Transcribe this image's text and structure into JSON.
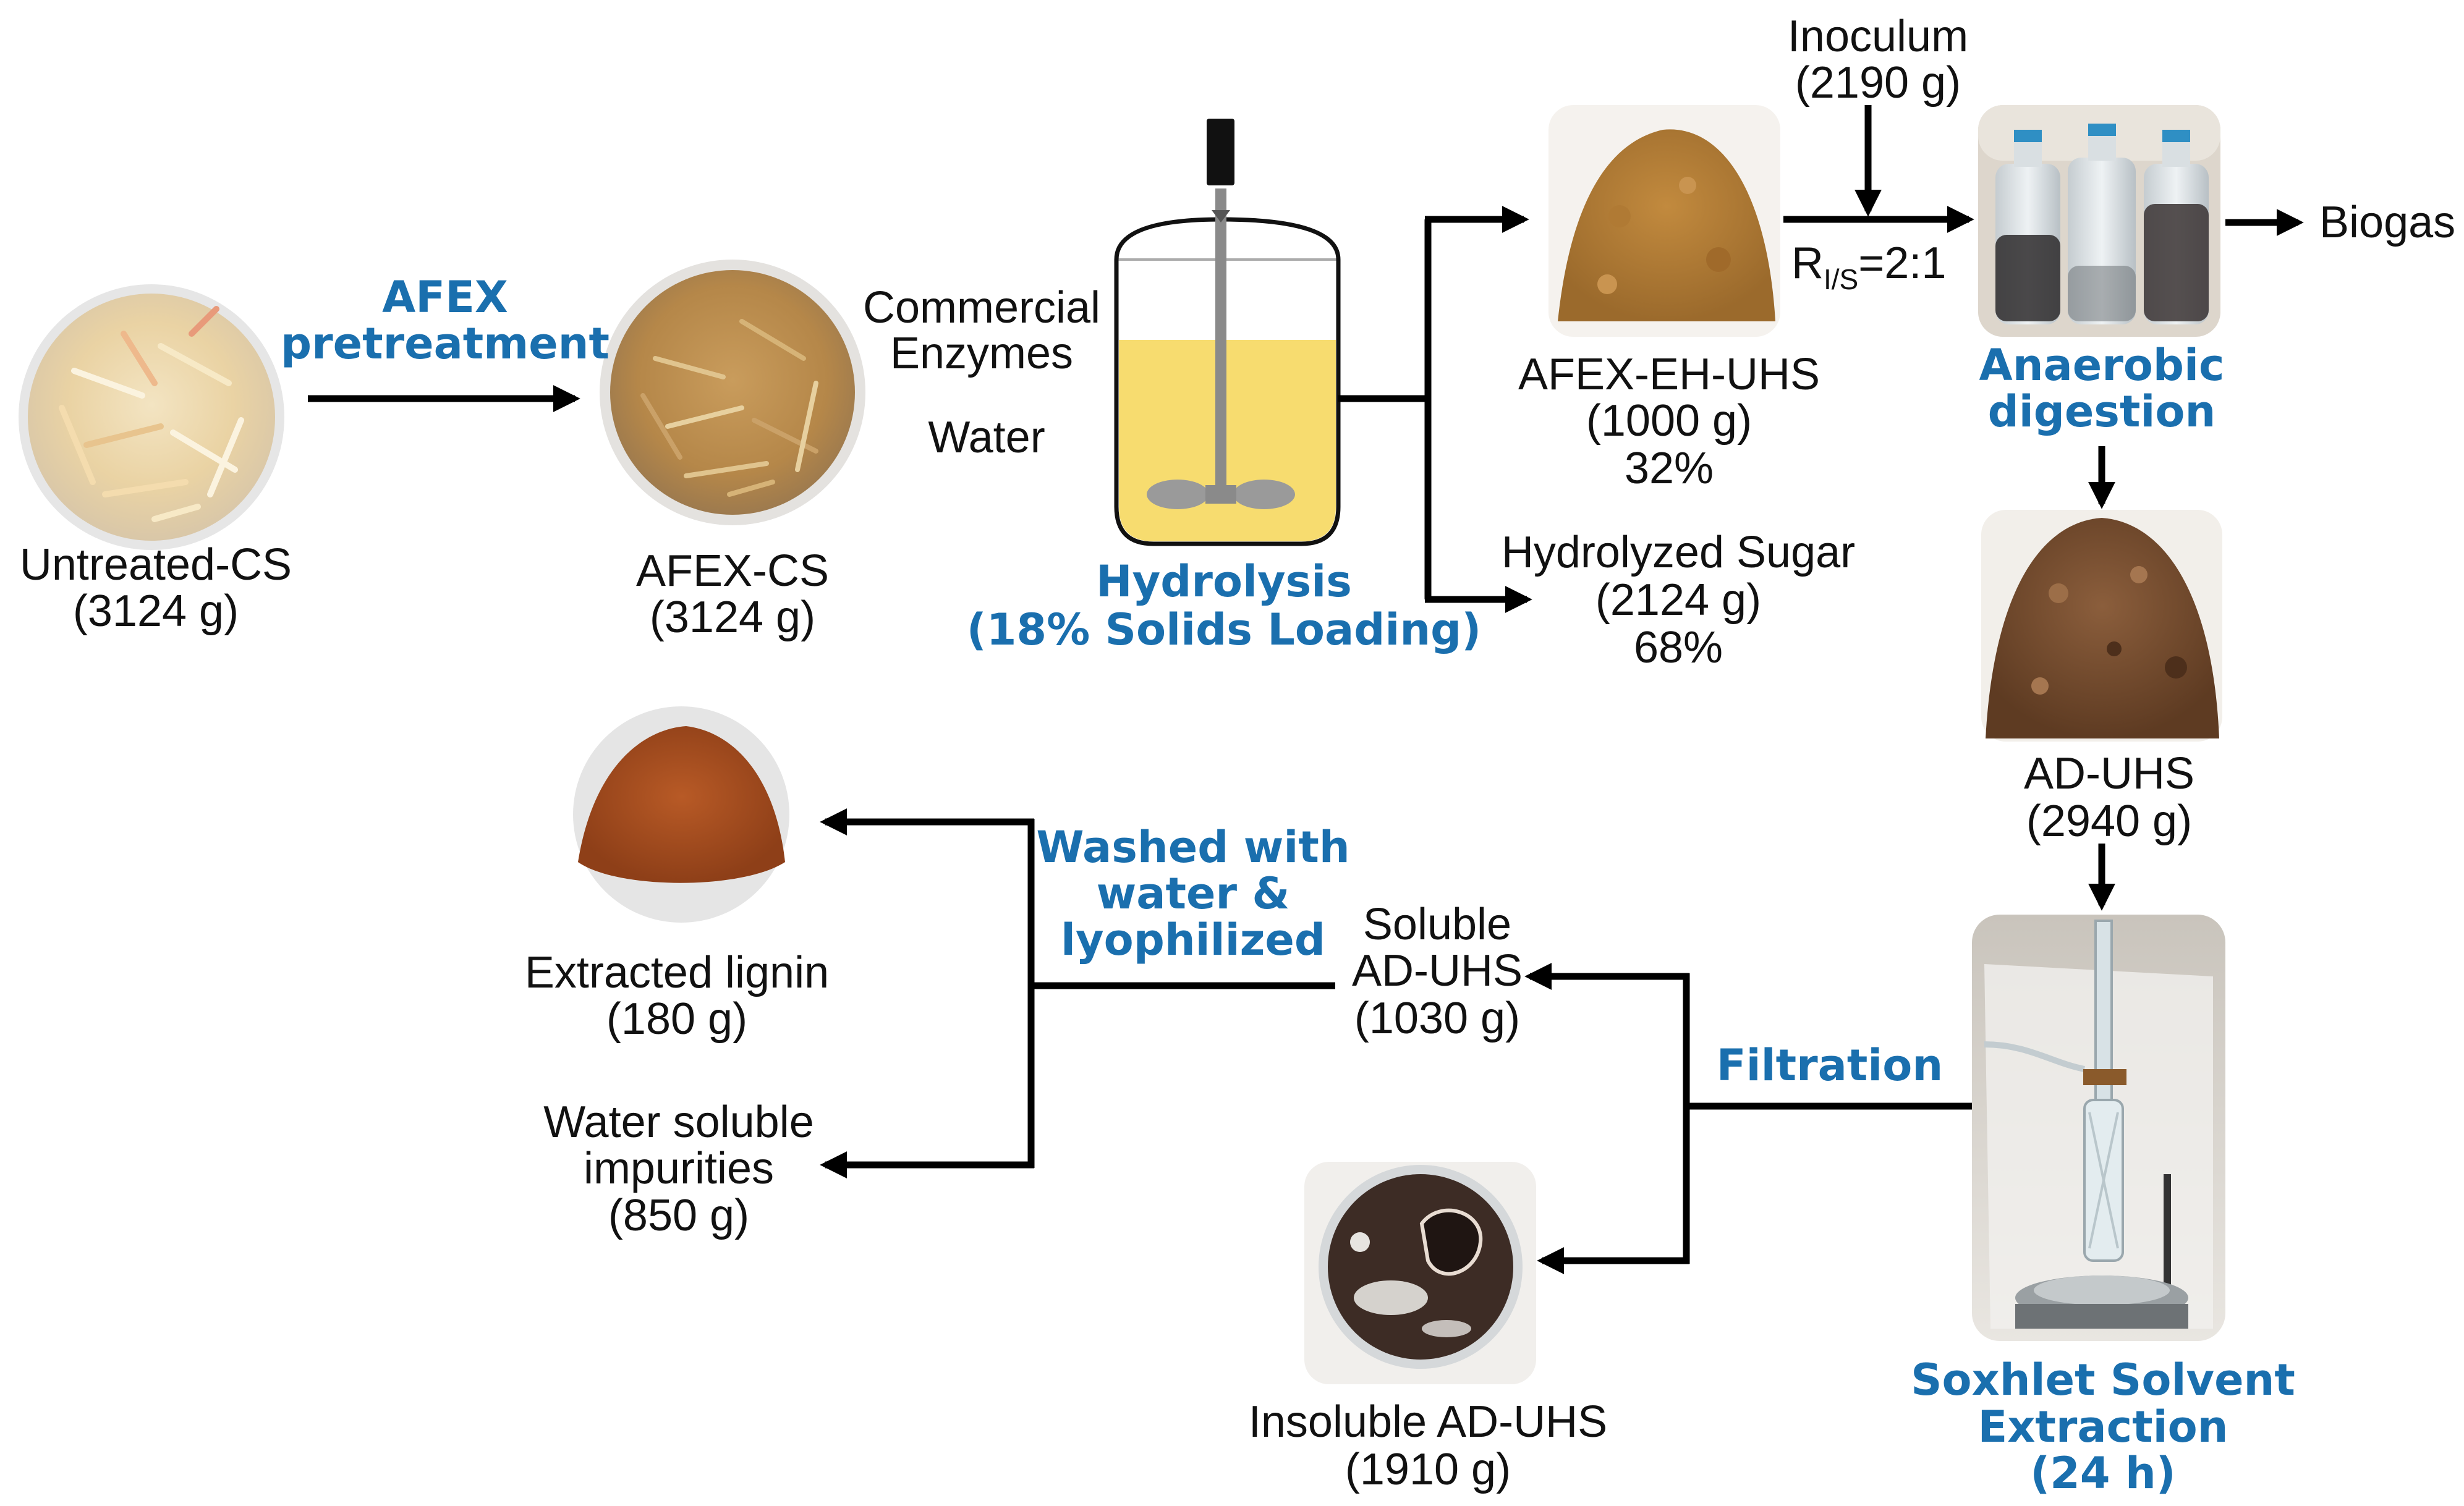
{
  "materials": {
    "untreated_cs": {
      "name": "Untreated-CS",
      "mass": "(3124 g)"
    },
    "afex_cs": {
      "name": "AFEX-CS",
      "mass": "(3124 g)"
    },
    "afex_eh_uhs": {
      "name": "AFEX-EH-UHS",
      "mass": "(1000 g)",
      "percent": "32%"
    },
    "hydrolyzed_sugar": {
      "name": "Hydrolyzed Sugar",
      "mass": "(2124 g)",
      "percent": "68%"
    },
    "inoculum": {
      "name": "Inoculum",
      "mass": "(2190 g)"
    },
    "biogas": {
      "name": "Biogas"
    },
    "ad_uhs": {
      "name": "AD-UHS",
      "mass": "(2940 g)"
    },
    "soluble_ad_uhs": {
      "line1": "Soluble",
      "line2": "AD-UHS",
      "mass": "(1030 g)"
    },
    "insoluble_ad_uhs": {
      "name": "Insoluble AD-UHS",
      "mass": "(1910 g)"
    },
    "extracted_lignin": {
      "name": "Extracted lignin",
      "mass": "(180 g)"
    },
    "water_soluble_impurities": {
      "line1": "Water soluble",
      "line2": "impurities",
      "mass": "(850 g)"
    }
  },
  "processes": {
    "afex": {
      "line1": "AFEX",
      "line2": "pretreatment"
    },
    "hydrolysis": {
      "line1": "Hydrolysis",
      "line2": "(18% Solids Loading)"
    },
    "anaerobic": {
      "line1": "Anaerobic",
      "line2": "digestion"
    },
    "soxhlet": {
      "line1": "Soxhlet Solvent",
      "line2": "Extraction",
      "line3": "(24 h)"
    },
    "filtration": {
      "label": "Filtration"
    },
    "washed": {
      "line1": "Washed with",
      "line2": "water &",
      "line3": "lyophilized"
    }
  },
  "inputs": {
    "enzymes_line1": "Commercial",
    "enzymes_line2": "Enzymes",
    "water": "Water",
    "ratio_r": "R",
    "ratio_sub": "I/S",
    "ratio_value": "=2:1"
  },
  "colors": {
    "process_text": "#1a6fae",
    "label_text": "#111111",
    "arrow": "#000000",
    "reactor_liquid": "#f7dc6f"
  }
}
